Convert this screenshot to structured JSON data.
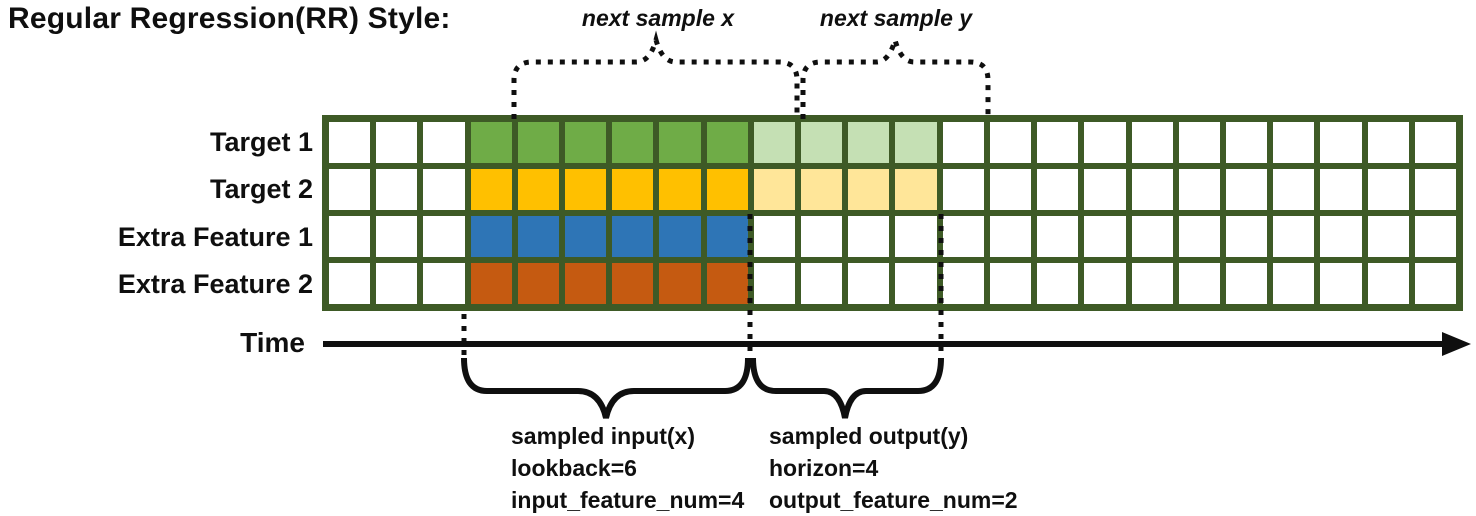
{
  "title": "Regular Regression(RR) Style:",
  "annotations": {
    "next_sample_x": "next sample x",
    "next_sample_y": "next sample y",
    "time_label": "Time"
  },
  "grid": {
    "columns": 24,
    "lookback_start_col": 3,
    "lookback": 6,
    "horizon": 4,
    "border_color": "#3E5A26",
    "empty_color": "#ffffff",
    "rows": [
      {
        "label": "Target 1",
        "role": "target",
        "input_color": "#6FAC47",
        "output_color": "#C5E0B4"
      },
      {
        "label": "Target 2",
        "role": "target",
        "input_color": "#FFC000",
        "output_color": "#FFE699"
      },
      {
        "label": "Extra Feature 1",
        "role": "extra-feature",
        "input_color": "#2E75B6",
        "output_color": "#ffffff"
      },
      {
        "label": "Extra Feature 2",
        "role": "extra-feature",
        "input_color": "#C55A11",
        "output_color": "#ffffff"
      }
    ]
  },
  "input_block": {
    "line1": "sampled input(x)",
    "line2": "lookback=6",
    "line3": "input_feature_num=4"
  },
  "output_block": {
    "line1": "sampled output(y)",
    "line2": "horizon=4",
    "line3": "output_feature_num=2"
  },
  "colors": {
    "ink": "#0f0f0f"
  }
}
